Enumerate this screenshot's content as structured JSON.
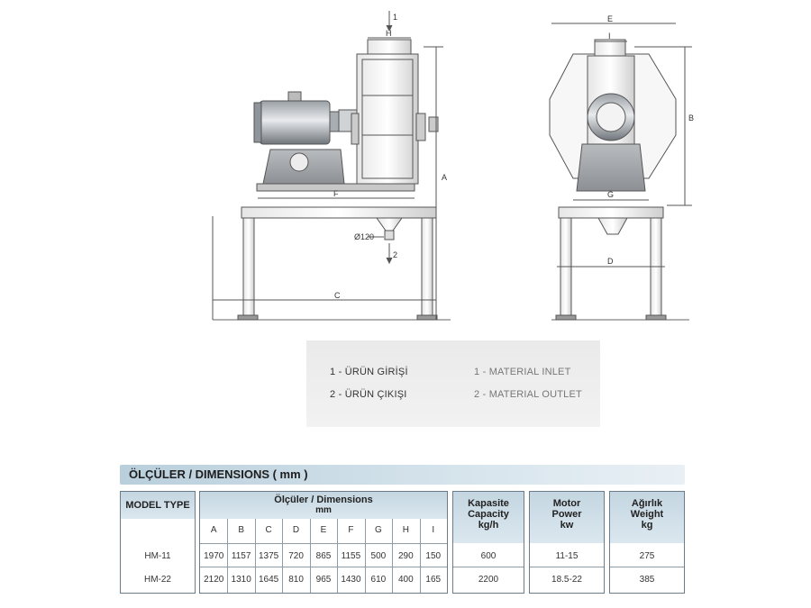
{
  "drawing": {
    "labels": {
      "inlet_mark": "1",
      "outlet_mark": "2",
      "h": "H",
      "a": "A",
      "f": "F",
      "c": "C",
      "diameter": "Ø120",
      "e": "E",
      "i": "I",
      "b": "B",
      "g": "G",
      "d": "D"
    }
  },
  "legend": {
    "tr_1": "1 - ÜRÜN GİRİŞİ",
    "tr_2": "2 - ÜRÜN ÇIKIŞI",
    "en_1": "1 - MATERIAL INLET",
    "en_2": "2 - MATERIAL OUTLET"
  },
  "dimensions": {
    "section_title": "ÖLÇÜLER / DIMENSIONS   ( mm )",
    "model_header": "MODEL TYPE",
    "dims_header_1": "Ölçüler / Dimensions",
    "dims_header_2": "mm",
    "columns": [
      "A",
      "B",
      "C",
      "D",
      "E",
      "F",
      "G",
      "H",
      "I"
    ],
    "capacity_header": [
      "Kapasite",
      "Capacity",
      "kg/h"
    ],
    "power_header": [
      "Motor",
      "Power",
      "kw"
    ],
    "weight_header": [
      "Ağırlık",
      "Weight",
      "kg"
    ],
    "rows": [
      {
        "model": "HM-11",
        "values": [
          "1970",
          "1157",
          "1375",
          "720",
          "865",
          "1155",
          "500",
          "290",
          "150"
        ],
        "capacity": "600",
        "power": "11-15",
        "weight": "275"
      },
      {
        "model": "HM-22",
        "values": [
          "2120",
          "1310",
          "1645",
          "810",
          "965",
          "1430",
          "610",
          "400",
          "165"
        ],
        "capacity": "2200",
        "power": "18.5-22",
        "weight": "385"
      }
    ]
  }
}
